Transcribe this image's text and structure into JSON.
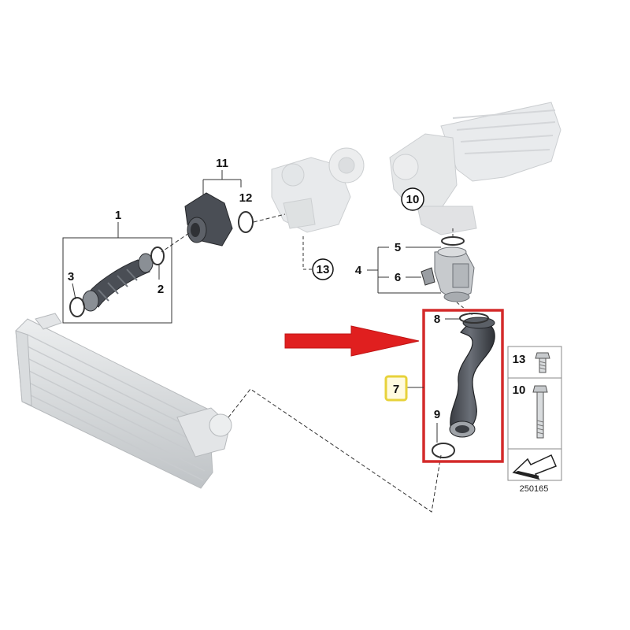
{
  "diagram": {
    "callouts": {
      "c1": "1",
      "c2": "2",
      "c3": "3",
      "c4": "4",
      "c5": "5",
      "c6": "6",
      "c7": "7",
      "c8": "8",
      "c9": "9",
      "c10_circle": "10",
      "c11": "11",
      "c12": "12",
      "c13_circle": "13",
      "legend_13": "13",
      "legend_10": "10"
    },
    "drawing_number": "250165",
    "colors": {
      "highlight_box": "#d42a2a",
      "arrow": "#e01f1f",
      "callout_highlight": "#e7d23a",
      "hose_dark": "#4a4e55",
      "part_light": "#d6d8da"
    }
  }
}
